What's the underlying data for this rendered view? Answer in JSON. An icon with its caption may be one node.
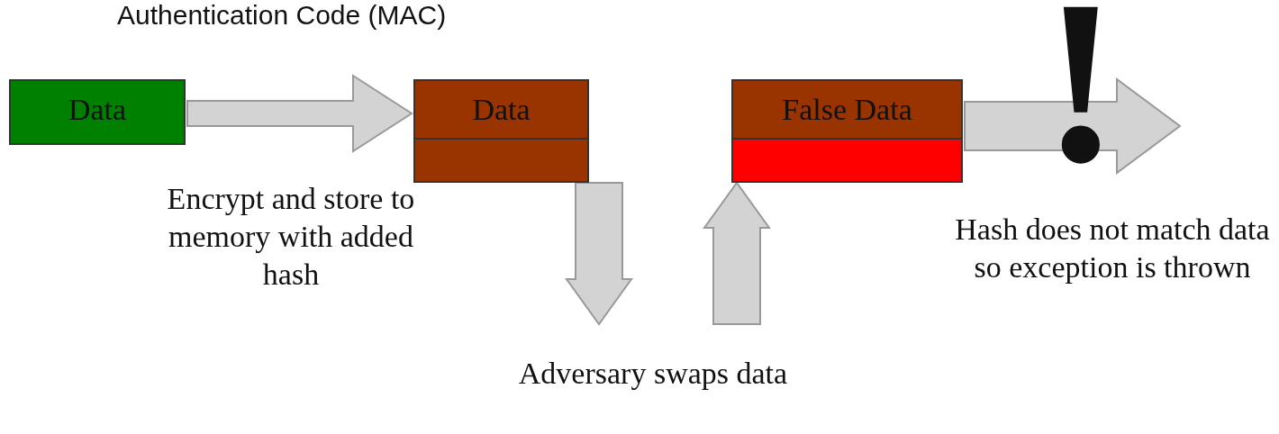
{
  "diagram": {
    "title": "Authentication Code (MAC)",
    "nodes": [
      {
        "text": [
          "Data"
        ]
      },
      {
        "text": [
          "Data"
        ]
      },
      {
        "text": [],
        "shape": "box",
        "in": 1
      },
      {
        "text": [
          "False Data"
        ]
      },
      {
        "text": [],
        "shape": "box",
        "in": 3
      }
    ],
    "edges": [
      {
        "from": 0,
        "to": 1,
        "arrow": "to",
        "label": "Encrypt and store to memory with added hash"
      },
      {
        "from": 1,
        "to": null,
        "arrow": "to"
      },
      {
        "from": null,
        "to": 3,
        "arrow": "to"
      },
      {
        "from": 3,
        "to": null,
        "arrow": "to"
      }
    ],
    "labels": [
      "!",
      "Adversary swaps data",
      "Hash does not match data so exception is thrown"
    ]
  }
}
